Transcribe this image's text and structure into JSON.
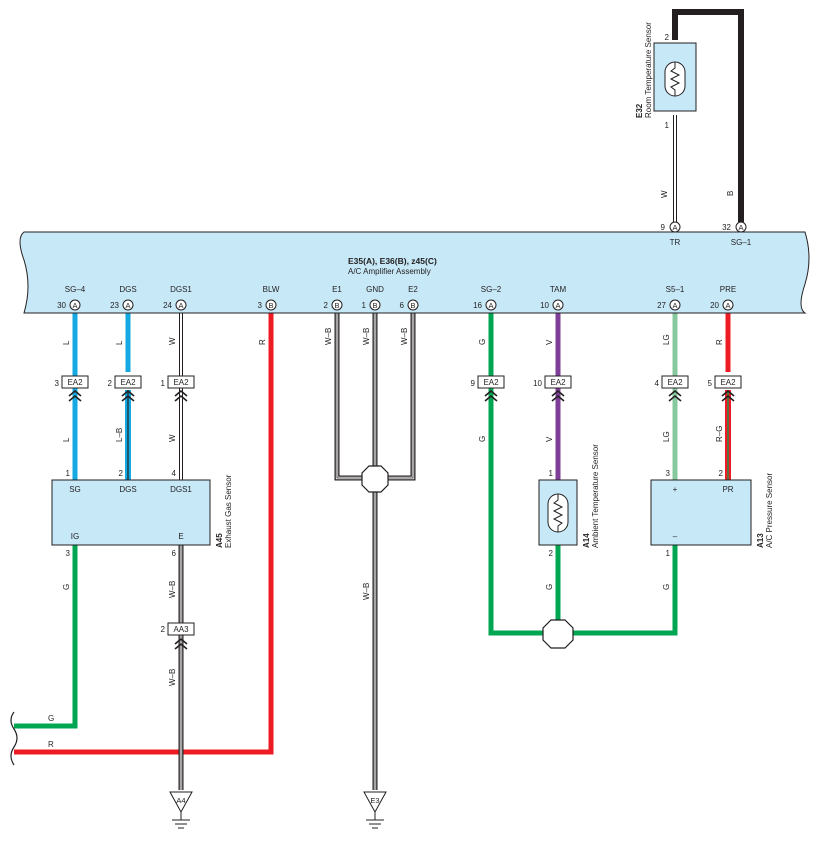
{
  "amplifier": {
    "title": "E35(A), E36(B), z45(C)",
    "subtitle": "A/C Amplifier Assembly"
  },
  "amp_top_pins": [
    {
      "num": "9",
      "conn": "A",
      "label": "TR"
    },
    {
      "num": "32",
      "conn": "A",
      "label": "SG–1"
    }
  ],
  "amp_bottom_pins": [
    {
      "num": "30",
      "conn": "A",
      "label": "SG–4"
    },
    {
      "num": "23",
      "conn": "A",
      "label": "DGS"
    },
    {
      "num": "24",
      "conn": "A",
      "label": "DGS1"
    },
    {
      "num": "3",
      "conn": "B",
      "label": "BLW"
    },
    {
      "num": "2",
      "conn": "B",
      "label": "E1"
    },
    {
      "num": "1",
      "conn": "B",
      "label": "GND"
    },
    {
      "num": "6",
      "conn": "B",
      "label": "E2"
    },
    {
      "num": "16",
      "conn": "A",
      "label": "SG–2"
    },
    {
      "num": "10",
      "conn": "A",
      "label": "TAM"
    },
    {
      "num": "27",
      "conn": "A",
      "label": "S5–1"
    },
    {
      "num": "20",
      "conn": "A",
      "label": "PRE"
    }
  ],
  "room_sensor": {
    "code": "E32",
    "name": "Room Temperature Sensor",
    "pin_top": "2",
    "pin_bottom": "1",
    "wire_left": "W",
    "wire_right": "B"
  },
  "amp_wire_colors": [
    "L",
    "L",
    "W",
    "R",
    "W–B",
    "W–B",
    "W–B",
    "G",
    "V",
    "LG",
    "R"
  ],
  "ea2_label": "EA2",
  "ea2_pins": [
    "3",
    "2",
    "1",
    "9",
    "10",
    "4",
    "5"
  ],
  "below_ea2_colors": [
    "L",
    "L–B",
    "W",
    "G",
    "V",
    "LG",
    "R–G"
  ],
  "exhaust_sensor": {
    "code": "A45",
    "name": "Exhaust Gas Sensor",
    "pins_top": [
      "1",
      "2",
      "4"
    ],
    "labels_top": [
      "SG",
      "DGS",
      "DGS1"
    ],
    "labels_bottom": [
      "IG",
      "E"
    ],
    "pins_bottom": [
      "3",
      "6"
    ]
  },
  "ambient_sensor": {
    "code": "A14",
    "name": "Ambient Temperature Sensor",
    "pin_top": "1",
    "pin_bottom": "2"
  },
  "pressure_sensor": {
    "code": "A13",
    "name": "A/C Pressure Sensor",
    "pins_top": [
      "3",
      "2"
    ],
    "labels_top": [
      "+",
      "PR"
    ],
    "label_bottom": "–",
    "pin_bottom": "1"
  },
  "lower_colors": {
    "ig": "G",
    "e": "W–B",
    "gnd": "W–B",
    "ambient": "G",
    "pressure": "G"
  },
  "aa3": {
    "label": "AA3",
    "pin": "2",
    "wire_below": "W–B"
  },
  "left_wires": {
    "g": "G",
    "r": "R"
  },
  "grounds": [
    "A4",
    "E3"
  ],
  "colors": {
    "L": "#14a9e2",
    "G": "#00a651",
    "R": "#ed1c24",
    "V": "#7f3f98",
    "LG": "#87c99f",
    "B": "#231f20",
    "panel": "#c6e8f7"
  }
}
